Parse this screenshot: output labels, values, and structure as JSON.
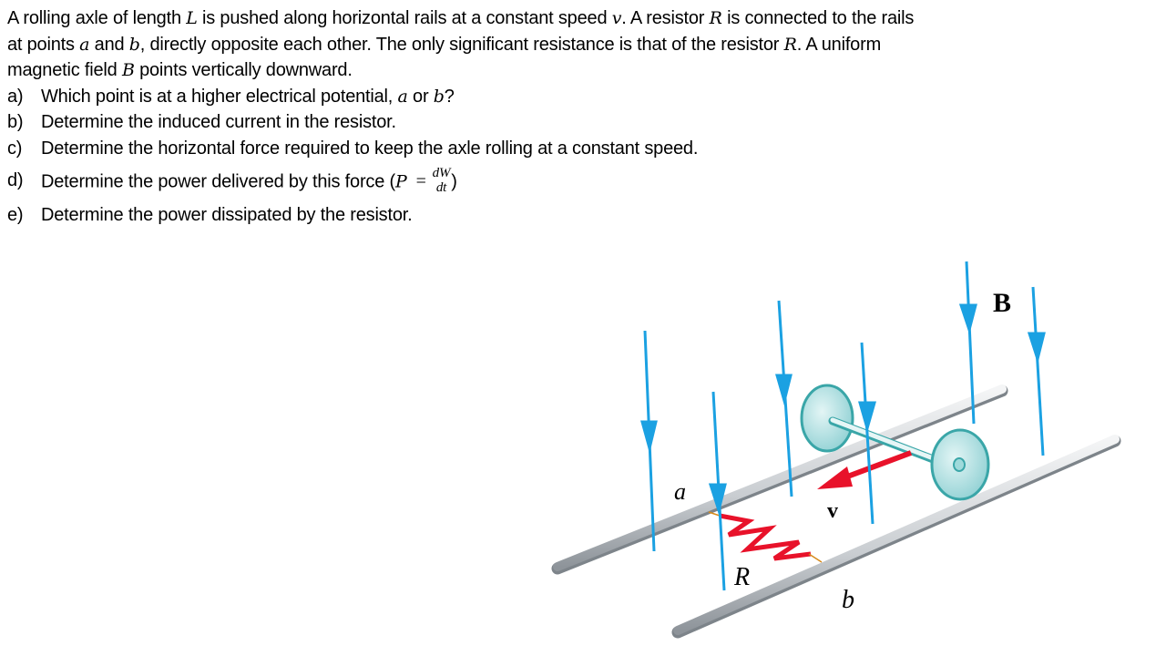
{
  "intro": {
    "l1": [
      "A rolling axle of length ",
      "L",
      " is pushed along horizontal rails at a constant speed ",
      "v",
      ". A resistor ",
      "R",
      " is connected to the rails"
    ],
    "l2": [
      "at points ",
      "a",
      " and ",
      "b",
      ", directly opposite each other. The only significant resistance is that of the resistor ",
      "R",
      ". A uniform"
    ],
    "l3": [
      "magnetic field ",
      "B",
      " points vertically downward."
    ]
  },
  "questions": {
    "a": {
      "label": "a)",
      "text": [
        "Which point is at a higher electrical potential, ",
        "a",
        " or ",
        "b",
        "?"
      ]
    },
    "b": {
      "label": "b)",
      "text": "Determine the induced current in the resistor."
    },
    "c": {
      "label": "c)",
      "text": "Determine the horizontal force required to keep the axle rolling at a constant speed."
    },
    "d": {
      "label": "d)",
      "text": "Determine the power delivered by this force (",
      "P": "P",
      "eq": "=",
      "num": "dW",
      "den": "dt",
      "close": ")"
    },
    "e": {
      "label": "e)",
      "text": "Determine the power dissipated by the resistor."
    }
  },
  "figure": {
    "labels": {
      "a": "a",
      "b": "b",
      "R": "R",
      "v": "v",
      "B": "B"
    },
    "colors": {
      "field": "#1ba1e2",
      "velocity": "#e8122a",
      "resistor": "#e8122a",
      "wheel": "#8fd3d6",
      "rail": "#c8ccd0"
    }
  }
}
